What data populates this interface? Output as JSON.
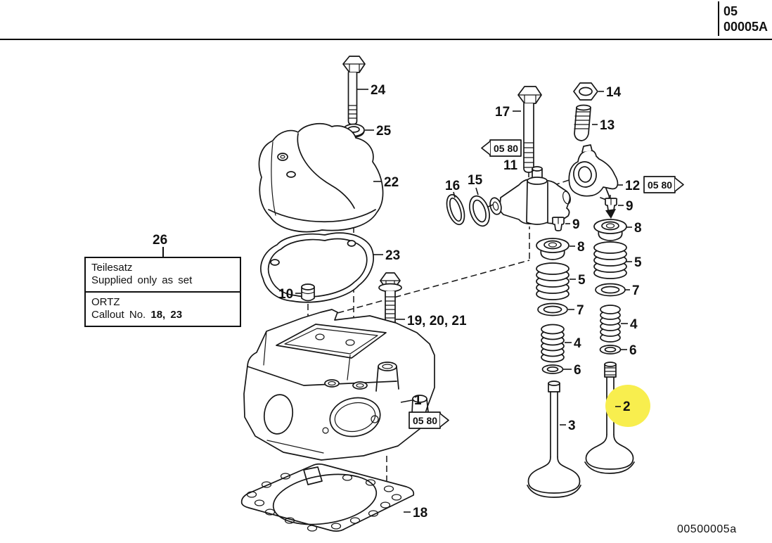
{
  "header": {
    "sheet": "05",
    "figure": "00005A"
  },
  "footer": {
    "drawing_id": "00500005a"
  },
  "note_box": {
    "callout": "26",
    "title_de": "Teilesatz",
    "title_en": "Supplied only as set",
    "supplier": "ORTZ",
    "callout_label": "Callout No.",
    "callout_refs": "18, 23"
  },
  "ref_box": {
    "label": "05 80"
  },
  "highlight": {
    "part": "2",
    "color": "#F8EE4E"
  },
  "callouts": {
    "c1": "1",
    "c2": "2",
    "c3": "3",
    "c4": "4",
    "c5": "5",
    "c6": "6",
    "c7": "7",
    "c8": "8",
    "c9": "9",
    "c10": "10",
    "c11": "11",
    "c12": "12",
    "c13": "13",
    "c14": "14",
    "c15": "15",
    "c16": "16",
    "c17": "17",
    "c18": "18",
    "c19": "19, 20, 21",
    "c22": "22",
    "c23": "23",
    "c24": "24",
    "c25": "25",
    "c26": "26"
  }
}
